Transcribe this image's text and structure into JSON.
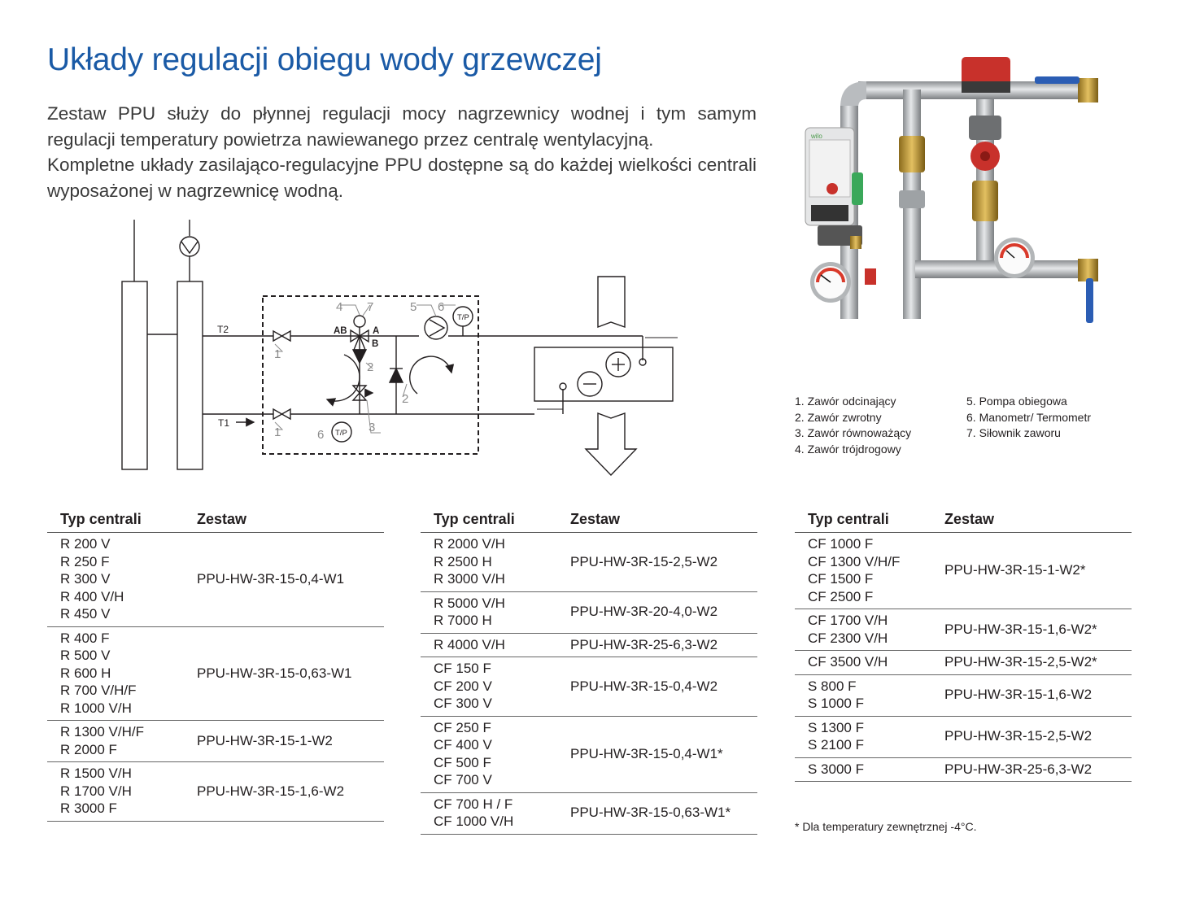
{
  "title": "Układy regulacji obiegu wody grzewczej",
  "intro": [
    "Zestaw PPU służy do płynnej regulacji mocy nagrzewnicy wodnej i tym samym regulacji temperatury powietrza nawiewanego przez centralę wentylacyjną.",
    "Kompletne układy zasilająco-regulacyjne PPU dostępne są do każdej wielkości centrali wyposażonej w nagrzewnicę wodną."
  ],
  "diagram": {
    "T2": "T2",
    "T1": "T1",
    "AB": "AB",
    "A": "A",
    "B": "B",
    "tp": "T/P",
    "n1": "1",
    "n2": "2",
    "n3": "3",
    "n4": "4",
    "n5": "5",
    "n6": "6",
    "n7": "7"
  },
  "photo": {
    "brand": "wilo"
  },
  "legend": {
    "left": [
      "1. Zawór odcinający",
      "2. Zawór zwrotny",
      "3. Zawór równoważący",
      "4. Zawór trójdrogowy"
    ],
    "right": [
      "5. Pompa obiegowa",
      "6. Manometr/ Termometr",
      "7. Siłownik zaworu"
    ]
  },
  "tables": [
    {
      "header": {
        "model": "Typ centrali",
        "kit": "Zestaw"
      },
      "rows": [
        {
          "models": [
            "R 200 V",
            "R 250 F",
            "R 300 V",
            "R 400 V/H",
            "R 450 V"
          ],
          "kit": "PPU-HW-3R-15-0,4-W1"
        },
        {
          "models": [
            "R 400 F",
            "R 500 V",
            "R 600 H",
            "R 700 V/H/F",
            "R 1000 V/H"
          ],
          "kit": "PPU-HW-3R-15-0,63-W1"
        },
        {
          "models": [
            "R 1300 V/H/F",
            "R 2000 F"
          ],
          "kit": "PPU-HW-3R-15-1-W2"
        },
        {
          "models": [
            "R 1500 V/H",
            "R 1700 V/H",
            "R 3000 F"
          ],
          "kit": "PPU-HW-3R-15-1,6-W2"
        }
      ]
    },
    {
      "header": {
        "model": "Typ centrali",
        "kit": "Zestaw"
      },
      "rows": [
        {
          "models": [
            "R 2000 V/H",
            "R 2500 H",
            "R 3000 V/H"
          ],
          "kit": "PPU-HW-3R-15-2,5-W2"
        },
        {
          "models": [
            "R 5000 V/H",
            "R 7000 H"
          ],
          "kit": "PPU-HW-3R-20-4,0-W2"
        },
        {
          "models": [
            "R 4000 V/H"
          ],
          "kit": "PPU-HW-3R-25-6,3-W2"
        },
        {
          "models": [
            "CF 150 F",
            "CF 200 V",
            "CF 300 V"
          ],
          "kit": "PPU-HW-3R-15-0,4-W2"
        },
        {
          "models": [
            "CF 250 F",
            "CF 400 V",
            "CF 500 F",
            "CF 700 V"
          ],
          "kit": "PPU-HW-3R-15-0,4-W1*"
        },
        {
          "models": [
            "CF 700 H / F",
            "CF 1000 V/H"
          ],
          "kit": "PPU-HW-3R-15-0,63-W1*"
        }
      ]
    },
    {
      "header": {
        "model": "Typ centrali",
        "kit": "Zestaw"
      },
      "rows": [
        {
          "models": [
            "CF 1000 F",
            "CF 1300 V/H/F",
            "CF 1500 F",
            "CF 2500 F"
          ],
          "kit": "PPU-HW-3R-15-1-W2*"
        },
        {
          "models": [
            "CF 1700 V/H",
            "CF 2300 V/H"
          ],
          "kit": "PPU-HW-3R-15-1,6-W2*"
        },
        {
          "models": [
            "CF 3500 V/H"
          ],
          "kit": "PPU-HW-3R-15-2,5-W2*"
        },
        {
          "models": [
            "S 800 F",
            "S 1000 F"
          ],
          "kit": "PPU-HW-3R-15-1,6-W2"
        },
        {
          "models": [
            "S 1300 F",
            "S 2100 F"
          ],
          "kit": "PPU-HW-3R-15-2,5-W2"
        },
        {
          "models": [
            "S 3000 F"
          ],
          "kit": "PPU-HW-3R-25-6,3-W2"
        }
      ]
    }
  ],
  "footnote": "* Dla temperatury zewnętrznej -4°C."
}
